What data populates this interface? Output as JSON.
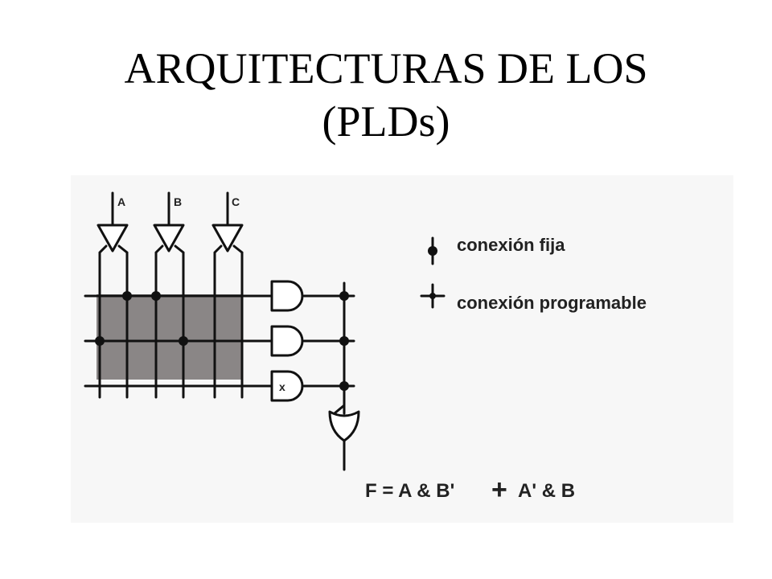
{
  "slide": {
    "title_line1": "ARQUITECTURAS DE LOS",
    "title_line2": "(PLDs)"
  },
  "diagram": {
    "inputs": [
      "A",
      "B",
      "C"
    ],
    "gate_mark": "x",
    "legend": {
      "fixed": "conexión fija",
      "programmable": "conexión programable"
    },
    "formula": {
      "lhs": "F = A & B'",
      "op": "+",
      "rhs": "A' & B"
    },
    "colors": {
      "background": "#ffffff",
      "figure_bg": "#f7f7f7",
      "array_fill": "#8a8686",
      "line": "#111111"
    }
  }
}
